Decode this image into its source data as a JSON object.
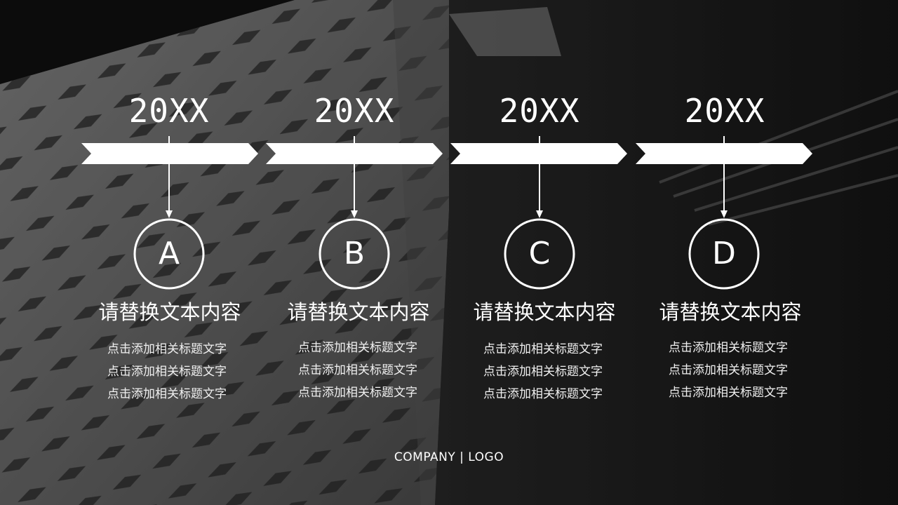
{
  "footer": "COMPANY | LOGO",
  "items": [
    {
      "year": "20XX",
      "letter": "A",
      "heading": "请替换文本内容",
      "lines": [
        "点击添加相关标题文字",
        "点击添加相关标题文字",
        "点击添加相关标题文字"
      ]
    },
    {
      "year": "20XX",
      "letter": "B",
      "heading": "请替换文本内容",
      "lines": [
        "点击添加相关标题文字",
        "点击添加相关标题文字",
        "点击添加相关标题文字"
      ]
    },
    {
      "year": "20XX",
      "letter": "C",
      "heading": "请替换文本内容",
      "lines": [
        "点击添加相关标题文字",
        "点击添加相关标题文字",
        "点击添加相关标题文字"
      ]
    },
    {
      "year": "20XX",
      "letter": "D",
      "heading": "请替换文本内容",
      "lines": [
        "点击添加相关标题文字",
        "点击添加相关标题文字",
        "点击添加相关标题文字"
      ]
    }
  ],
  "colors": {
    "foreground": "#ffffff",
    "background": "#0e0e0e"
  }
}
